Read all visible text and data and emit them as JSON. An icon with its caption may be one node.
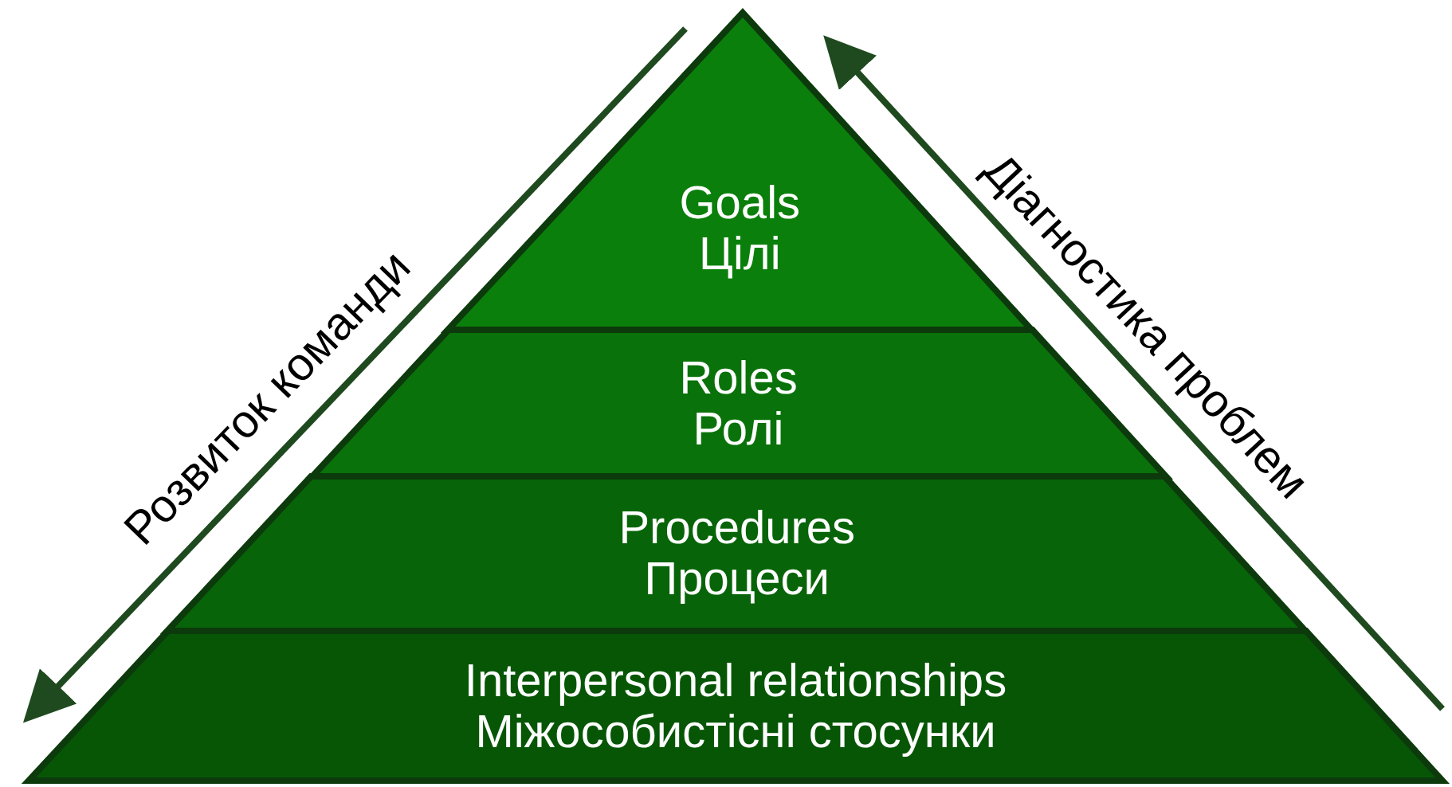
{
  "diagram": {
    "nodes": [
      {
        "text": [
          "Goals",
          "Цілі"
        ]
      },
      {
        "text": [
          "Roles",
          "Ролі"
        ]
      },
      {
        "text": [
          "Procedures",
          "Процеси"
        ]
      },
      {
        "text": [
          "Interpersonal relationships",
          "Міжособистісні стосунки"
        ]
      }
    ],
    "edges": [],
    "labels": [
      "Розвиток команди",
      "Діагностика проблем"
    ]
  }
}
